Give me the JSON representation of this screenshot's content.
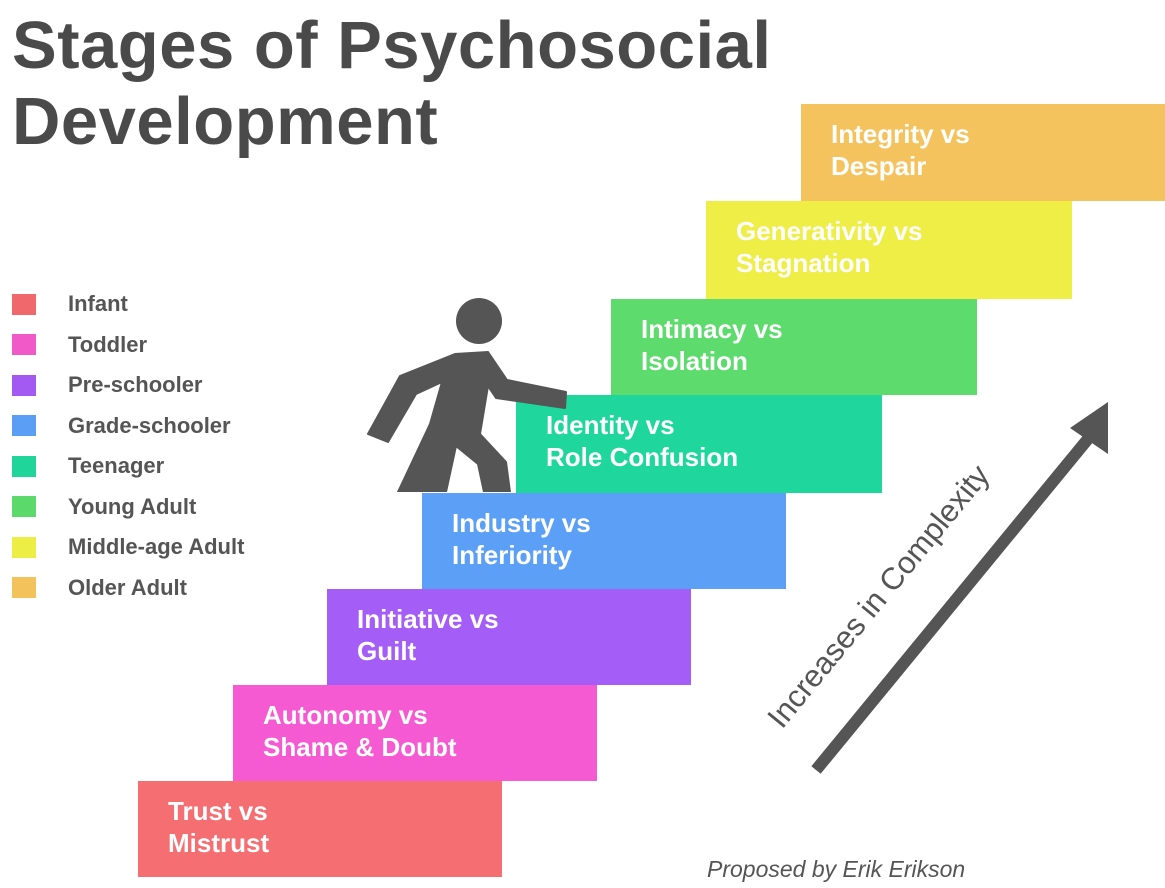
{
  "title": {
    "line1": "Stages of Psychosocial",
    "line2": "Development"
  },
  "legend": [
    {
      "label": "Infant",
      "color": "#f0676c"
    },
    {
      "label": "Toddler",
      "color": "#f159c8"
    },
    {
      "label": "Pre-schooler",
      "color": "#a25af3"
    },
    {
      "label": "Grade-schooler",
      "color": "#5a9ef5"
    },
    {
      "label": "Teenager",
      "color": "#1fd59a"
    },
    {
      "label": "Young Adult",
      "color": "#5cd96b"
    },
    {
      "label": "Middle-age Adult",
      "color": "#eced45"
    },
    {
      "label": "Older Adult",
      "color": "#f3c25b"
    }
  ],
  "stages": [
    {
      "line1": "Trust vs",
      "line2": "Mistrust",
      "color": "#f46e72"
    },
    {
      "line1": "Autonomy vs",
      "line2": "Shame & Doubt",
      "color": "#f65ad2"
    },
    {
      "line1": "Initiative vs",
      "line2": "Guilt",
      "color": "#a45df6"
    },
    {
      "line1": "Industry vs",
      "line2": "Inferiority",
      "color": "#5c9ff6"
    },
    {
      "line1": "Identity vs",
      "line2": "Role Confusion",
      "color": "#1fd79d"
    },
    {
      "line1": "Intimacy vs",
      "line2": "Isolation",
      "color": "#5edb6d"
    },
    {
      "line1": "Generativity vs",
      "line2": "Stagnation",
      "color": "#eeee46"
    },
    {
      "line1": "Integrity vs",
      "line2": "Despair",
      "color": "#f5c35d"
    }
  ],
  "figure_icon": "walking-person-icon",
  "arrow": {
    "label": "Increases in Complexity",
    "color": "#555555"
  },
  "credit": "Proposed by Erik Erikson"
}
